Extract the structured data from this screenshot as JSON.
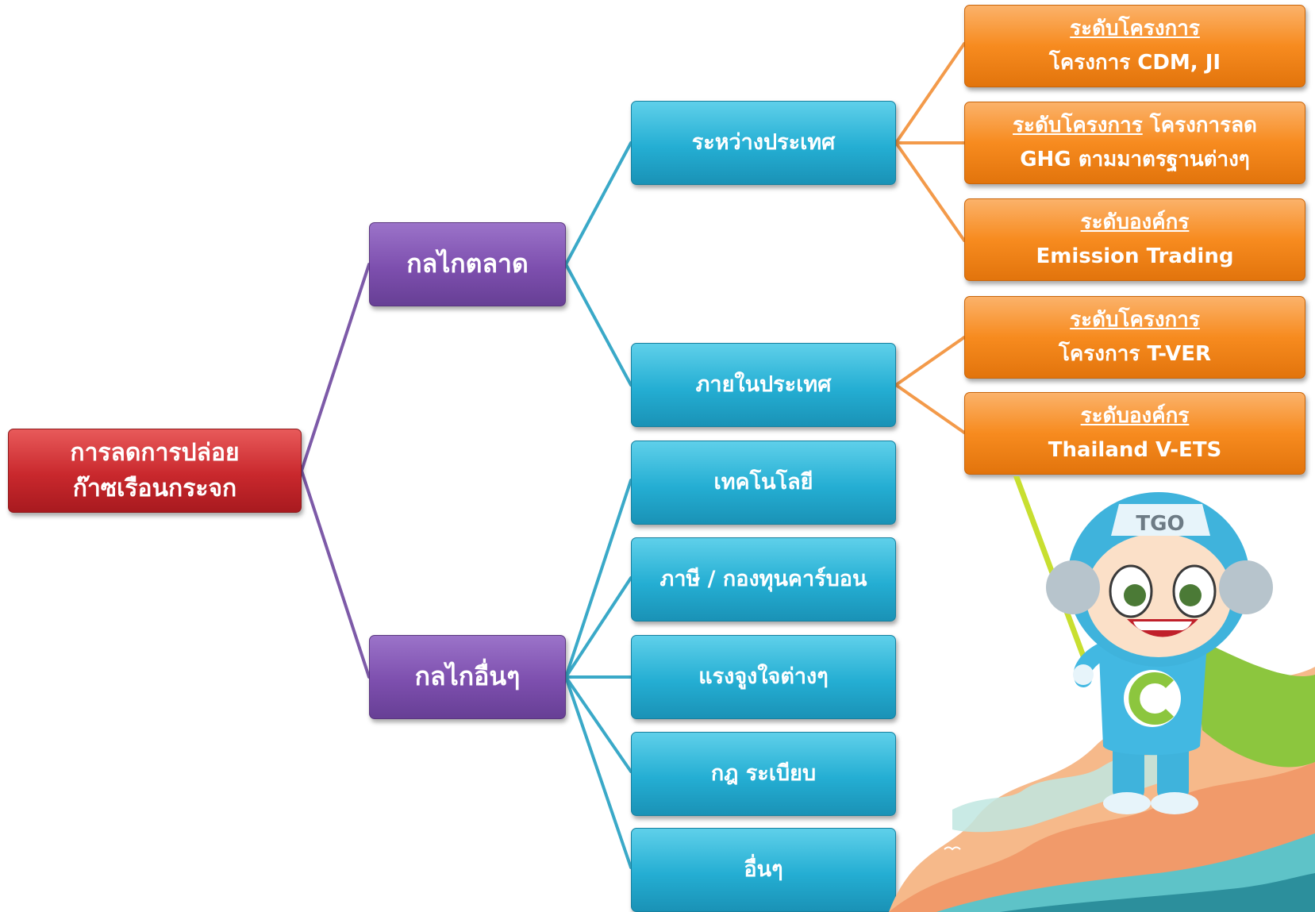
{
  "diagram": {
    "root": {
      "line1": "การลดการปล่อย",
      "line2": "ก๊าซเรือนกระจก"
    },
    "market": {
      "label": "กลไกตลาด",
      "international": {
        "label": "ระหว่างประเทศ",
        "items": [
          {
            "heading": "ระดับโครงการ",
            "text": "โครงการ CDM, JI"
          },
          {
            "heading": "ระดับโครงการ",
            "text_inline": "โครงการลด",
            "text": "GHG ตามมาตรฐานต่างๆ"
          },
          {
            "heading": "ระดับองค์กร",
            "text": "Emission Trading"
          }
        ]
      },
      "domestic": {
        "label": "ภายในประเทศ",
        "items": [
          {
            "heading": "ระดับโครงการ",
            "text": "โครงการ T-VER"
          },
          {
            "heading": "ระดับองค์กร",
            "text": "Thailand  V-ETS"
          }
        ]
      }
    },
    "other": {
      "label": "กลไกอื่นๆ",
      "items": [
        "เทคโนโลยี",
        "ภาษี / กองทุนคาร์บอน",
        "แรงจูงใจต่างๆ",
        "กฎ ระเบียบ",
        "อื่นๆ"
      ]
    }
  },
  "mascot": {
    "badge": "TGO"
  },
  "colors": {
    "root": "#c9282d",
    "level1": "#7d4fae",
    "level2": "#24aed3",
    "level3": "#f78b1f",
    "connector_purple": "#7d5aa8",
    "connector_teal": "#3aa9c8",
    "connector_orange": "#f39a4a"
  }
}
